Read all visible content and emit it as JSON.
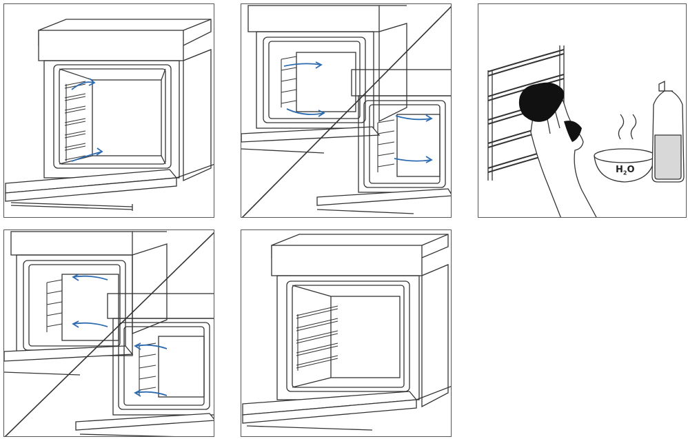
{
  "panels": [
    {
      "id": "step-1",
      "content": "oven-with-rack-arrows-in"
    },
    {
      "id": "step-2",
      "content": "oven-split-diagonal-arrows"
    },
    {
      "id": "step-3",
      "content": "hand-cleaning-rack"
    },
    {
      "id": "step-4",
      "content": "oven-split-diagonal-arrows-out"
    },
    {
      "id": "step-5",
      "content": "oven-with-racks-installed"
    }
  ],
  "cleaning": {
    "h2o_text": "H",
    "h2o_sub": "2",
    "h2o_tail": "O"
  },
  "colors": {
    "arrow": "#2c6bb0",
    "line": "#333333",
    "border": "#555555"
  }
}
